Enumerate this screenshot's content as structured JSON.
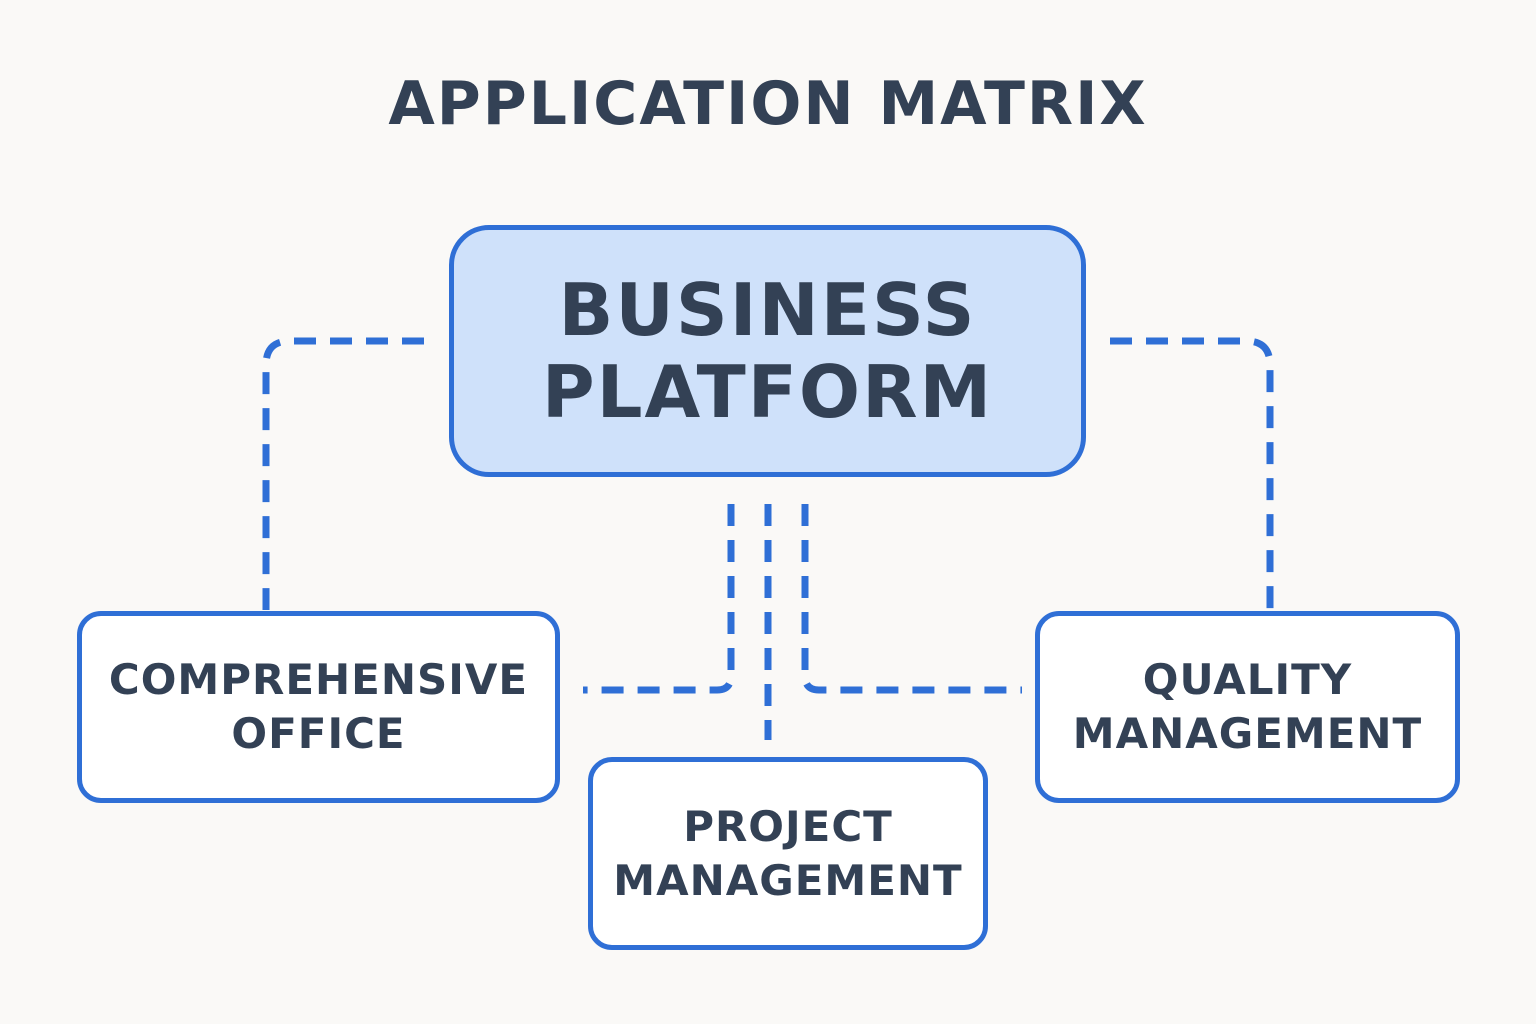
{
  "diagram": {
    "title": "APPLICATION MATRIX",
    "colors": {
      "background": "#faf9f7",
      "border": "#2f6fd6",
      "main_fill": "#cfe1fa",
      "text": "#334155"
    },
    "nodes": {
      "main": {
        "lines": [
          "BUSINESS",
          "PLATFORM"
        ]
      },
      "office": {
        "lines": [
          "COMPREHENSIVE",
          "OFFICE"
        ]
      },
      "project": {
        "lines": [
          "PROJECT",
          "MANAGEMENT"
        ]
      },
      "quality": {
        "lines": [
          "QUALITY",
          "MANAGEMENT"
        ]
      }
    },
    "edges": [
      {
        "from": "main",
        "to": "office",
        "style": "dashed"
      },
      {
        "from": "main",
        "to": "quality",
        "style": "dashed"
      },
      {
        "from": "main",
        "to": "office",
        "style": "dashed"
      },
      {
        "from": "main",
        "to": "project",
        "style": "dashed"
      },
      {
        "from": "main",
        "to": "quality",
        "style": "dashed"
      }
    ]
  }
}
